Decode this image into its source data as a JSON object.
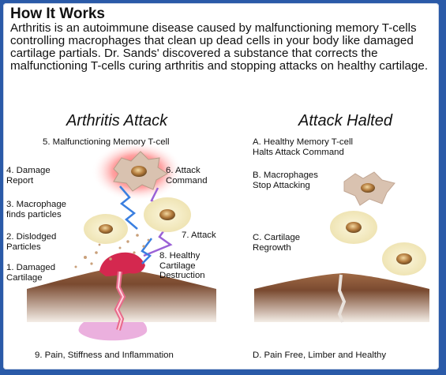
{
  "heading": "How It Works",
  "intro": "Arthritis is an autoimmune disease caused by malfunctioning memory T-cells controlling macrophages that clean up dead cells in your body like damaged cartilage partials. Dr. Sands' discovered a substance that corrects the malfunctioning T-cells curing arthritis and stopping attacks on healthy cartilage.",
  "left_panel": {
    "title": "Arthritis Attack",
    "labels": {
      "l5": "5. Malfunctioning Memory T-cell",
      "l4": "4. Damage\nReport",
      "l6": "6. Attack\nCommand",
      "l3": "3. Macrophage\nfinds particles",
      "l2": "2. Dislodged\nParticles",
      "l7": "7. Attack",
      "l8": "8. Healthy\nCartilage\nDestruction",
      "l1": "1. Damaged\nCartilage",
      "l9": "9. Pain, Stiffness and Inflammation"
    }
  },
  "right_panel": {
    "title": "Attack Halted",
    "labels": {
      "la": "A. Healthy Memory T-cell\nHalts Attack Command",
      "lb": "B. Macrophages\nStop Attacking",
      "lc": "C. Cartilage\nRegrowth",
      "ld": "D. Pain Free, Limber and Healthy"
    }
  },
  "colors": {
    "frame_blue": "#2a5aa8",
    "cell_fill": "#f4ecc4",
    "tcell": "#d9c2b0",
    "inflammation": "#e8a2d8",
    "bone": "#8a5a3c",
    "damage_red": "#d4284f",
    "lightning_blue": "#3a7fe0",
    "lightning_purple": "#9a62d6",
    "glow_red": "#ff3a3a"
  }
}
